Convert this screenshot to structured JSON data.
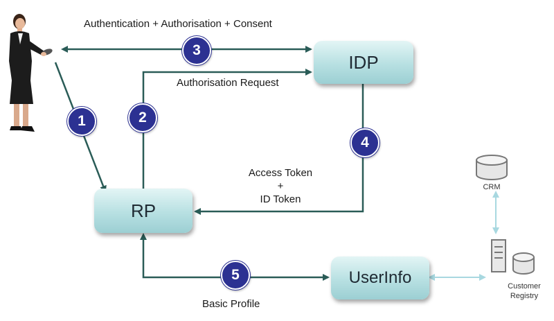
{
  "nodes": {
    "idp": "IDP",
    "rp": "RP",
    "userinfo": "UserInfo",
    "crm": "CRM",
    "registry_line1": "Customer",
    "registry_line2": "Registry"
  },
  "edges": {
    "auth": "Authentication + Authorisation + Consent",
    "authorisation_request": "Authorisation Request",
    "access_token": "Access Token",
    "plus": "+",
    "id_token": "ID Token",
    "basic_profile": "Basic Profile"
  },
  "steps": [
    "1",
    "2",
    "3",
    "4",
    "5"
  ],
  "colors": {
    "arrow": "#2a5c57",
    "badge": "#2c3192",
    "light_arrow": "#a8d8e0",
    "box_fill": "#b7e0e2"
  },
  "icons": [
    "person-icon",
    "crm-database-icon",
    "server-icon",
    "registry-database-icon"
  ]
}
